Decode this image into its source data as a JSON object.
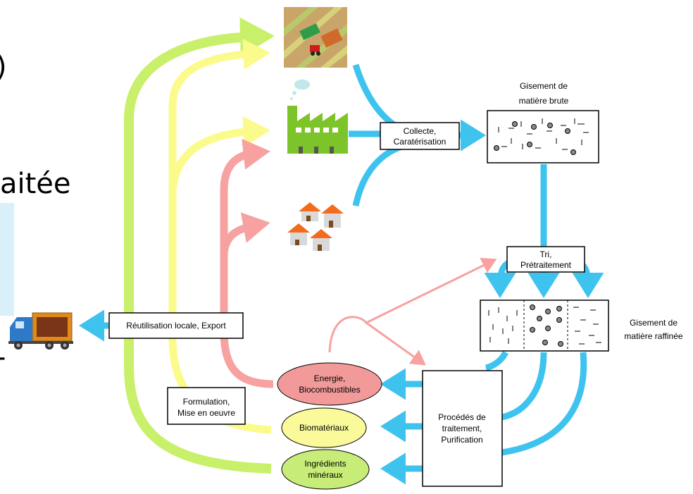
{
  "side_fragments": {
    "top": ")",
    "middle": "aitée",
    "lower": "-"
  },
  "boxes": {
    "collecte": [
      "Collecte,",
      "Caratérisation"
    ],
    "tri": [
      "Tri,",
      "Prétraitement"
    ],
    "reutilisation": [
      "Réutilisation locale, Export"
    ],
    "formulation": [
      "Formulation,",
      "Mise en oeuvre"
    ],
    "procedes": [
      "Procédés de",
      "traitement,",
      "Purification"
    ]
  },
  "ellipses": {
    "energie": [
      "Energie,",
      "Biocombustibles"
    ],
    "biomateriaux": [
      "Biomatériaux"
    ],
    "ingredients": [
      "Ingrédients",
      "minéraux"
    ]
  },
  "deposit_labels": {
    "brute": [
      "Gisement de",
      "matière brute"
    ],
    "raffinee": [
      "Gisement de",
      "matière raffinée"
    ]
  },
  "icons": {
    "farm": "farm-field-icon",
    "factory": "factory-icon",
    "houses": "houses-icon",
    "truck": "truck-icon"
  },
  "colors": {
    "blue": "#3ec3ef",
    "green_arrow": "#c8f06a",
    "yellow_arrow": "#fbfb8c",
    "pink_arrow": "#f7a1a1",
    "energie_fill": "#f29a9a",
    "biomateriaux_fill": "#fafa9a",
    "ingredients_fill": "#c8ec78",
    "side_panel": "#d9eff9"
  }
}
